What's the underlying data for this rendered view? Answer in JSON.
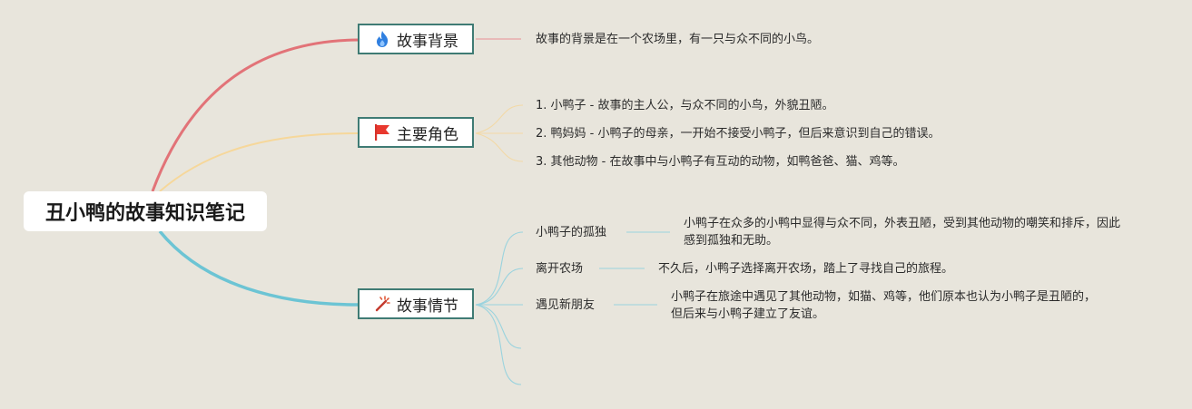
{
  "root": {
    "title": "丑小鸭的故事知识笔记"
  },
  "branches": [
    {
      "label": "故事背景",
      "icon": "flame-icon",
      "color": "#e27378",
      "children": [
        {
          "text": "故事的背景是在一个农场里，有一只与众不同的小鸟。"
        }
      ]
    },
    {
      "label": "主要角色",
      "icon": "flag-icon",
      "color": "#f6d79a",
      "children": [
        {
          "text": "1. 小鸭子 - 故事的主人公，与众不同的小鸟，外貌丑陋。"
        },
        {
          "text": "2. 鸭妈妈 - 小鸭子的母亲，一开始不接受小鸭子，但后来意识到自己的错误。"
        },
        {
          "text": "3. 其他动物 - 在故事中与小鸭子有互动的动物，如鸭爸爸、猫、鸡等。"
        }
      ]
    },
    {
      "label": "故事情节",
      "icon": "magic-wand-icon",
      "color": "#6cc4d4",
      "children": [
        {
          "title": "小鸭子的孤独",
          "text": "小鸭子在众多的小鸭中显得与众不同，外表丑陋，受到其他动物的嘲笑和排斥，因此感到孤独和无助。"
        },
        {
          "title": "离开农场",
          "text": "不久后，小鸭子选择离开农场，踏上了寻找自己的旅程。"
        },
        {
          "title": "遇见新朋友",
          "text": "小鸭子在旅途中遇见了其他动物，如猫、鸡等，他们原本也认为小鸭子是丑陋的，但后来与小鸭子建立了友谊。"
        }
      ]
    }
  ]
}
